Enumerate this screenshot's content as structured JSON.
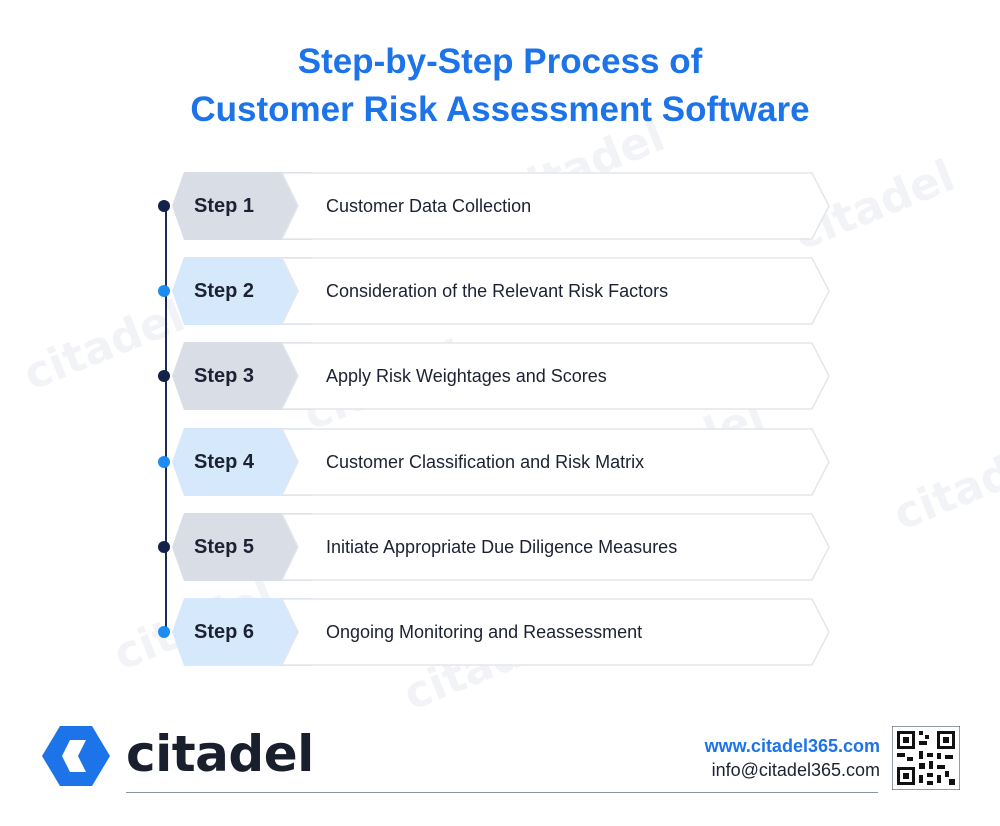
{
  "title": {
    "line1": "Step-by-Step Process of",
    "line2": "Customer Risk Assessment Software"
  },
  "watermark": "citadel",
  "steps": [
    {
      "label": "Step 1",
      "text": "Customer Data Collection",
      "tone": "dark"
    },
    {
      "label": "Step 2",
      "text": "Consideration of the Relevant Risk Factors",
      "tone": "light"
    },
    {
      "label": "Step 3",
      "text": "Apply Risk Weightages and Scores",
      "tone": "dark"
    },
    {
      "label": "Step 4",
      "text": "Customer Classification and Risk Matrix",
      "tone": "light"
    },
    {
      "label": "Step 5",
      "text": "Initiate Appropriate Due Diligence Measures",
      "tone": "dark"
    },
    {
      "label": "Step 6",
      "text": "Ongoing Monitoring and Reassessment",
      "tone": "light"
    }
  ],
  "brand": {
    "name": "citadel",
    "website": "www.citadel365.com",
    "email": "info@citadel365.com"
  },
  "colors": {
    "accent": "#1d73e8",
    "dark_tab": "#d8dde6",
    "light_tab": "#d6e9fc",
    "dark_dot": "#12224a",
    "light_dot": "#1d8cf0"
  }
}
